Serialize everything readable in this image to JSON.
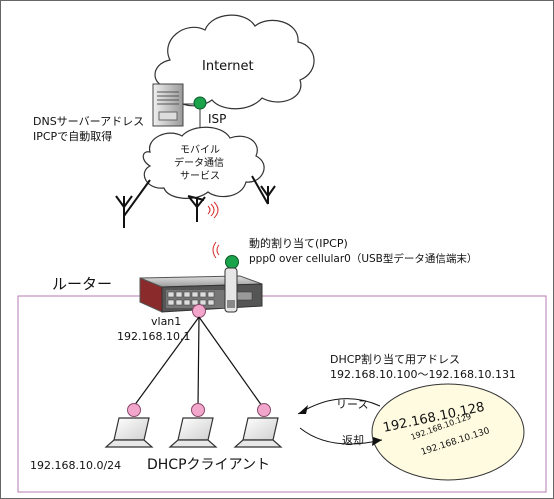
{
  "labels": {
    "internet": "Internet",
    "isp": "ISP",
    "dns_line1": "DNSサーバーアドレス",
    "dns_line2": "IPCPで自動取得",
    "mobile_line1": "モバイル",
    "mobile_line2": "データ通信",
    "mobile_line3": "サービス",
    "dynamic_line1": "動的割り当て(IPCP)",
    "dynamic_line2": "ppp0 over cellular0（USB型データ通信端末）",
    "router": "ルーター",
    "vlan_line1": "vlan1",
    "vlan_line2": "192.168.10.1",
    "dhcp_range_line1": "DHCP割り当て用アドレス",
    "dhcp_range_line2": "192.168.10.100～192.168.10.131",
    "lease": "リース",
    "return": "返却",
    "pool_ip1": "192.168.10.128",
    "pool_ip2": "192.168.10.129",
    "pool_ip3": "192.168.10.130",
    "subnet": "192.168.10.0/24",
    "clients": "DHCPクライアント"
  },
  "colors": {
    "node_green": "#1aa34a",
    "node_pink": "#f2a6cc",
    "router_body": "#b23a3a",
    "lan_border": "#b77bb3",
    "pool_fill": "#fffbe0"
  }
}
